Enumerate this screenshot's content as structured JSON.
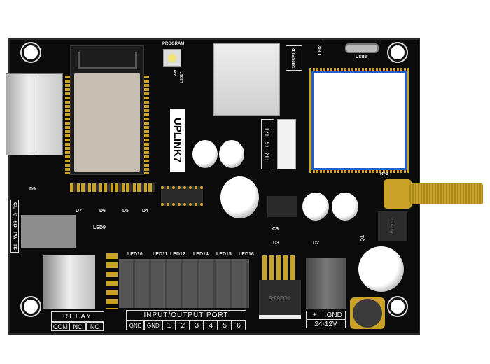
{
  "board": {
    "logo": "UPLINK7",
    "button_label": "PROGRAM",
    "simcard_label": "SIMCARD",
    "usb_label": "USB2",
    "led1_label": "LED1",
    "led17_label": "LED17",
    "r49_label": "R49",
    "uart_labels": [
      "TR",
      "G",
      "RT"
    ],
    "rf_label": "RF3",
    "side_labels": [
      "CL",
      "G",
      "SD",
      "PW",
      "TS"
    ],
    "diodes": [
      "D9",
      "D7",
      "D6",
      "D5",
      "D4"
    ],
    "led9": "LED9",
    "leds": [
      "LED10",
      "LED11",
      "LED12",
      "LED14",
      "LED15",
      "LED16"
    ],
    "c5": "C5",
    "d2": "D2",
    "d3": "D3",
    "q1": "Q1",
    "to263": "TO263-5",
    "to252": "TO252-2",
    "relay": {
      "title": "RELAY",
      "pins": [
        "COM",
        "NC",
        "NO"
      ]
    },
    "io": {
      "title": "INPUT/OUTPUT PORT",
      "pins": [
        "GND",
        "GND",
        "1",
        "2",
        "3",
        "4",
        "5",
        "6"
      ]
    },
    "power": {
      "pins": [
        "+",
        "GND"
      ],
      "voltage": "24-12V"
    }
  },
  "colors": {
    "pcb": "#0b0b0b",
    "gold": "#c9a227",
    "module_border": "#1f5fd0"
  }
}
